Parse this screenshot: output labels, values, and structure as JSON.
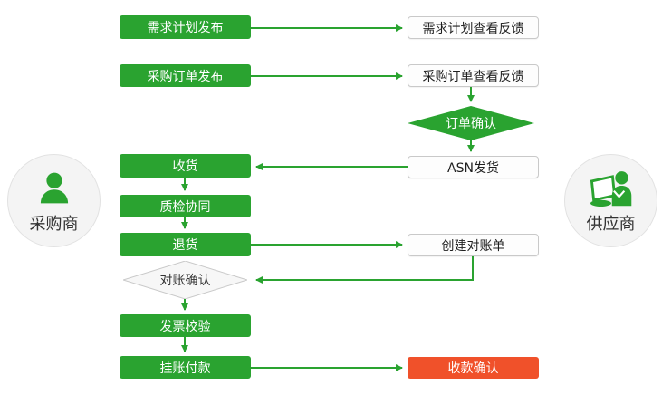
{
  "diagram": {
    "type": "flowchart",
    "background": "#ffffff"
  },
  "colors": {
    "green": "#2aa330",
    "red": "#f0512a",
    "white_box_border": "#c9c9c9",
    "gray_diamond_fill": "#f7f7f7",
    "actor_circle_fill": "#f4f4f4",
    "text_dark": "#333333",
    "text_light": "#ffffff"
  },
  "actors": {
    "buyer": {
      "label": "采购商",
      "icon": "user-icon"
    },
    "supplier": {
      "label": "供应商",
      "icon": "laptop-user-icon"
    }
  },
  "nodes": {
    "demand_plan_publish": {
      "label": "需求计划发布",
      "type": "green-box"
    },
    "demand_plan_feedback": {
      "label": "需求计划查看反馈",
      "type": "white-box"
    },
    "po_publish": {
      "label": "采购订单发布",
      "type": "green-box"
    },
    "po_feedback": {
      "label": "采购订单查看反馈",
      "type": "white-box"
    },
    "order_confirm": {
      "label": "订单确认",
      "type": "green-diamond"
    },
    "asn_ship": {
      "label": "ASN发货",
      "type": "white-box"
    },
    "receive": {
      "label": "收货",
      "type": "green-box"
    },
    "quality_check": {
      "label": "质检协同",
      "type": "green-box"
    },
    "return_goods": {
      "label": "退货",
      "type": "green-box"
    },
    "create_statement": {
      "label": "创建对账单",
      "type": "white-box"
    },
    "statement_confirm": {
      "label": "对账确认",
      "type": "gray-diamond"
    },
    "invoice_verify": {
      "label": "发票校验",
      "type": "green-box"
    },
    "book_payment": {
      "label": "挂账付款",
      "type": "green-box"
    },
    "payment_confirm": {
      "label": "收款确认",
      "type": "red-box"
    }
  },
  "edges": [
    {
      "from": "demand_plan_publish",
      "to": "demand_plan_feedback"
    },
    {
      "from": "po_publish",
      "to": "po_feedback"
    },
    {
      "from": "po_feedback",
      "to": "order_confirm"
    },
    {
      "from": "order_confirm",
      "to": "asn_ship"
    },
    {
      "from": "asn_ship",
      "to": "receive"
    },
    {
      "from": "receive",
      "to": "quality_check"
    },
    {
      "from": "quality_check",
      "to": "return_goods"
    },
    {
      "from": "return_goods",
      "to": "create_statement"
    },
    {
      "from": "create_statement",
      "to": "statement_confirm"
    },
    {
      "from": "statement_confirm",
      "to": "invoice_verify"
    },
    {
      "from": "invoice_verify",
      "to": "book_payment"
    },
    {
      "from": "book_payment",
      "to": "payment_confirm"
    }
  ]
}
